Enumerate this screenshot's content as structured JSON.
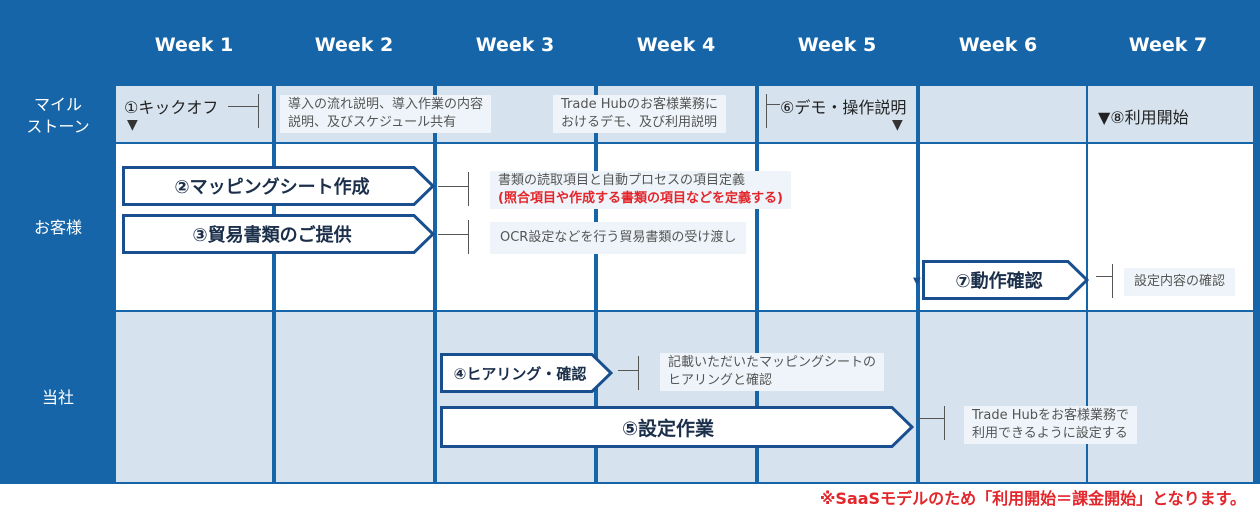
{
  "weeks": [
    "Week 1",
    "Week 2",
    "Week 3",
    "Week 4",
    "Week 5",
    "Week 6",
    "Week 7"
  ],
  "rows": {
    "milestone": "マイル\nストーン",
    "customer": "お客様",
    "company": "当社"
  },
  "milestones": {
    "kickoff": "①キックオフ",
    "demo": "⑥デモ・操作説明",
    "start": "▼⑧利用開始",
    "marker": "▼"
  },
  "notes": {
    "kickoff_note_1": "導入の流れ説明、導入作業の内容",
    "kickoff_note_2": "説明、及びスケジュール共有",
    "demo_note_1": "Trade Hubのお客様業務に",
    "demo_note_2": "おけるデモ、及び利用説明",
    "mapping_note_1": "書類の読取項目と自動プロセスの項目定義",
    "mapping_note_2": "(照合項目や作成する書類の項目などを定義する)",
    "docs_note": "OCR設定などを行う貿易書類の受け渡し",
    "confirm_note": "設定内容の確認",
    "hearing_note_1": "記載いただいたマッピングシートの",
    "hearing_note_2": "ヒアリングと確認",
    "setup_note_1": "Trade Hubをお客様業務で",
    "setup_note_2": "利用できるように設定する"
  },
  "tasks": {
    "mapping": "②マッピングシート作成",
    "docs": "③貿易書類のご提供",
    "confirm": "⑦動作確認",
    "hearing": "④ヒアリング・確認",
    "setup": "⑤設定作業"
  },
  "footnote": "※SaaSモデルのため「利用開始＝課金開始」となります。",
  "colors": {
    "header_blue": "#1565a8",
    "milestone_bg": "#d6e3ee",
    "customer_bg": "#ffffff",
    "company_bg": "#d6e3ee",
    "arrow_border": "#1a4f8f",
    "red": "#e3262b"
  }
}
